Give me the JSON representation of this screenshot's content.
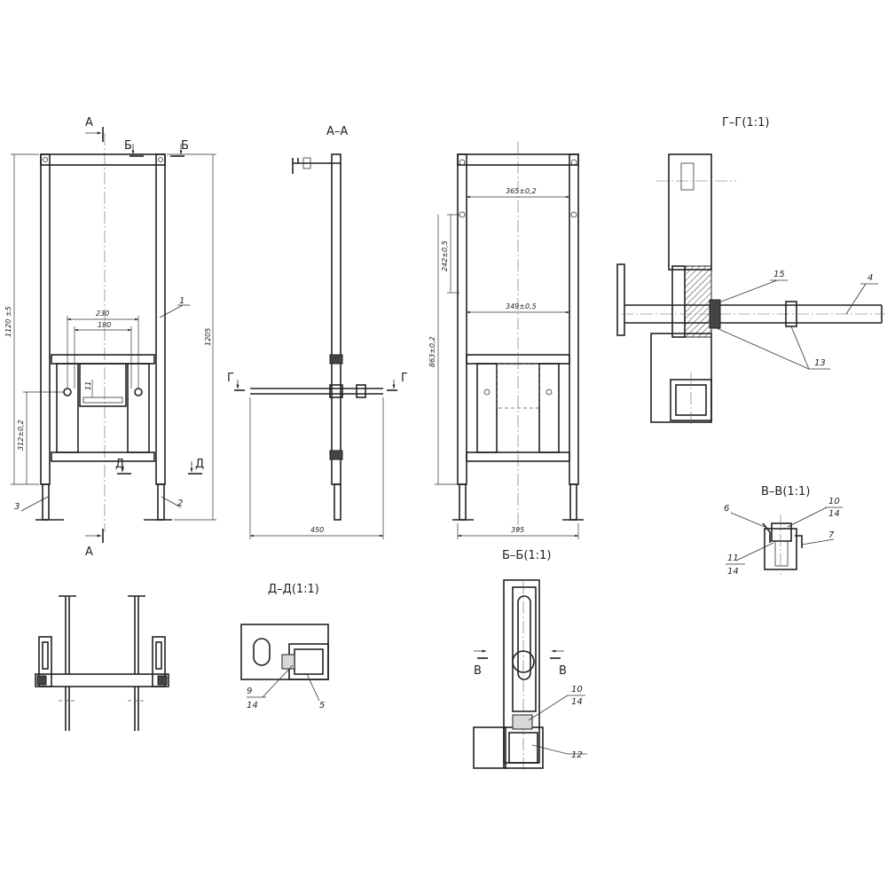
{
  "sections": {
    "aa_title": "А–А",
    "gg_title": "Г–Г(1:1)",
    "bb_title": "Б–Б(1:1)",
    "vv_title": "В–В(1:1)",
    "dd_title": "Д–Д(1:1)"
  },
  "cut_markers": {
    "a": "А",
    "b": "Б",
    "v": "В",
    "g": "Г",
    "d": "Д"
  },
  "dimensions": {
    "height_total": "1120 ±5",
    "height_frame": "1205",
    "d230": "230",
    "d180": "180",
    "d11": "11",
    "d312": "312±0,2",
    "d450": "450",
    "d395": "395",
    "d365": "365±0,2",
    "d349": "349±0,5",
    "d242": "242±0,5",
    "d863": "863±0,2"
  },
  "callouts": {
    "c1": "1",
    "c2": "2",
    "c3": "3",
    "c4": "4",
    "c5": "5",
    "c6": "6",
    "c7": "7",
    "c9": "9",
    "c10": "10",
    "c11": "11",
    "c12": "12",
    "c13": "13",
    "c14": "14",
    "c15": "15"
  }
}
